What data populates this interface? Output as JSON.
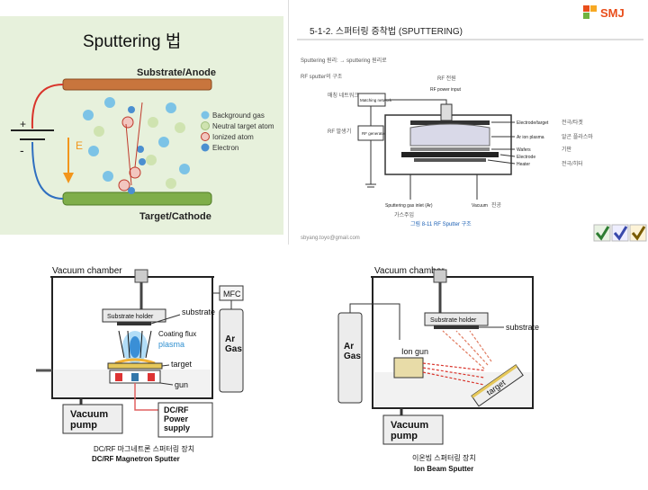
{
  "panel1": {
    "title": "Sputtering 법",
    "anode_label": "Substrate/Anode",
    "cathode_label": "Target/Cathode",
    "field_label": "E",
    "plus_sign": "+",
    "minus_sign": "-",
    "legend": [
      {
        "label": "Background gas",
        "color": "#7cc3e6"
      },
      {
        "label": "Neutral target atom",
        "color": "#cfe3b0"
      },
      {
        "label": "Ionized atom",
        "color": "#f2c6bf"
      },
      {
        "label": "Electron",
        "color": "#4b8fd0"
      }
    ]
  },
  "panel2": {
    "section_title": "5-1-2. 스퍼터링 증착법 (SPUTTERING)",
    "line1": "Sputtering 원리: → sputtering 원리로",
    "line2": "RF sputter의 구조",
    "rf_power_note": "RF 전원",
    "rf_power_input": "RF power input",
    "matching_label_ko": "매칭 네트워크",
    "matching_box": "Matching network",
    "rf_gen_label_ko": "RF 발생기",
    "rf_gen_box": "RF generator",
    "right_labels": [
      {
        "en": "Electrode/target",
        "ko": "전극/타겟"
      },
      {
        "en": "Ar ion plasma",
        "ko": "알곤 플라스마"
      },
      {
        "en": "Wafers",
        "ko": "기판"
      },
      {
        "en": "Electrode",
        "ko": ""
      },
      {
        "en": "Heater",
        "ko": "전극/히터"
      }
    ],
    "gas_inlet": "Sputtering gas inlet (Ar)",
    "gas_inlet_ko": "가스주입",
    "vacuum": "Vacuum",
    "vacuum_ko": "진공",
    "caption": "그림 8-11 RF Sputter 구조",
    "email": "sbyang.toyo@gmail.com",
    "logo_text": "SMJ"
  },
  "panel3": {
    "vacuum_chamber": "Vacuum chamber",
    "mfc": "MFC",
    "ar_gas": "Ar\nGas",
    "substrate_holder": "Substrate holder",
    "substrate": "substrate",
    "coating_flux": "Coating flux",
    "plasma": "plasma",
    "target": "target",
    "gun": "gun",
    "vacuum_pump": "Vacuum\npump",
    "power_supply": "DC/RF\nPower\nsupply",
    "caption_ko": "DC/RF 마그네트론 스퍼터링 장치",
    "caption_en": "DC/RF Magnetron Sputter"
  },
  "panel4": {
    "vacuum_chamber": "Vacuum chamber",
    "ar_gas": "Ar\nGas",
    "substrate_holder": "Substrate holder",
    "substrate": "substrate",
    "ion_gun": "Ion gun",
    "target": "target",
    "vacuum_pump": "Vacuum\npump",
    "caption_ko": "이온빔 스퍼터링 장치",
    "caption_en": "Ion Beam Sputter"
  },
  "colors": {
    "panel1_bg": "#e7f1dc",
    "anode": "#c8753d",
    "cathode": "#7fae4a",
    "wire_red": "#d9342b",
    "wire_blue": "#2f6fc0",
    "field_arrow": "#f2951b",
    "title_blue": "#1a5fb4"
  }
}
